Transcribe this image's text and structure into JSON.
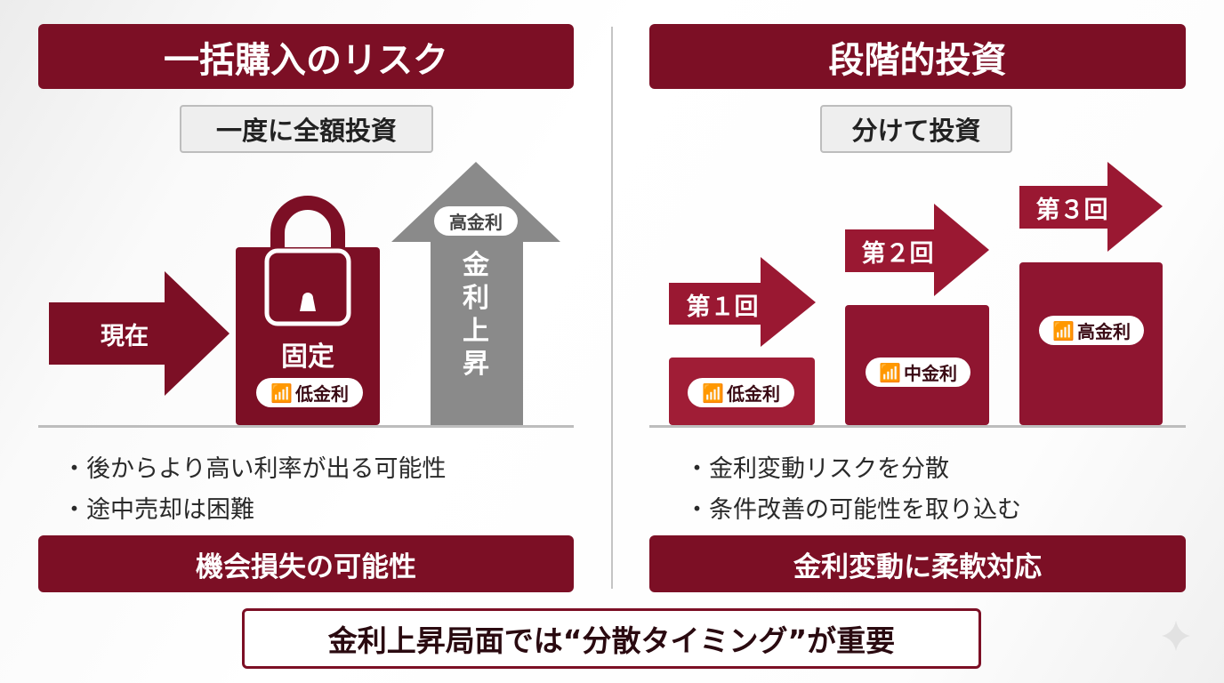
{
  "left": {
    "title": "一括購入のリスク",
    "subtitle": "一度に全額投資",
    "now_label": "現在",
    "fixed_label": "固定",
    "fixed_rate": "低金利",
    "rise_rate": "高金利",
    "rise_label": [
      "金",
      "利",
      "上",
      "昇"
    ],
    "bullets": [
      "・後からより高い利率が出る可能性",
      "・途中売却は困難"
    ],
    "conclusion": "機会損失の可能性"
  },
  "right": {
    "title": "段階的投資",
    "subtitle": "分けて投資",
    "steps": [
      {
        "label": "第１回",
        "rate": "低金利"
      },
      {
        "label": "第２回",
        "rate": "中金利"
      },
      {
        "label": "第３回",
        "rate": "高金利"
      }
    ],
    "bullets": [
      "・金利変動リスクを分散",
      "・条件改善の可能性を取り込む"
    ],
    "conclusion": "金利変動に柔軟対応"
  },
  "footer": "金利上昇局面では“分散タイミング”が重要",
  "colors": {
    "primary": "#7c0f25",
    "secondary": "#9a1832",
    "gray": "#8a8a8a"
  }
}
